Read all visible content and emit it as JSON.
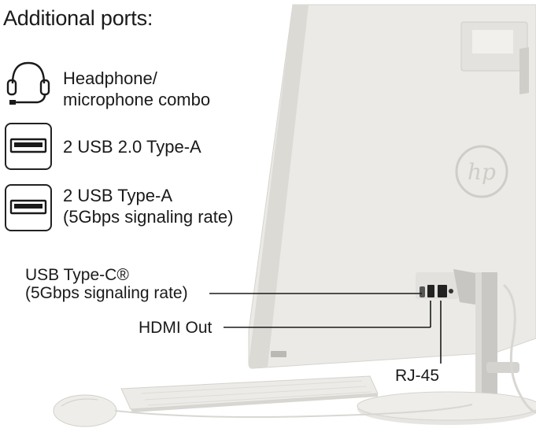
{
  "heading": "Additional ports:",
  "ports": [
    {
      "icon": "headphone-icon",
      "lines": [
        "Headphone/",
        "microphone combo"
      ]
    },
    {
      "icon": "usb-a-icon",
      "lines": [
        "2 USB 2.0 Type-A"
      ]
    },
    {
      "icon": "usb-a-icon",
      "lines": [
        "2 USB Type-A",
        "(5Gbps signaling rate)"
      ]
    }
  ],
  "callouts": {
    "usb_c_line1": "USB Type-C®",
    "usb_c_line2": "(5Gbps signaling rate)",
    "hdmi": "HDMI Out",
    "rj45": "RJ-45"
  },
  "colors": {
    "device_body": "#e8e7e3",
    "device_shadow": "#cfcdc8",
    "stand": "#bdbcb8",
    "text": "#1a1a1a"
  }
}
